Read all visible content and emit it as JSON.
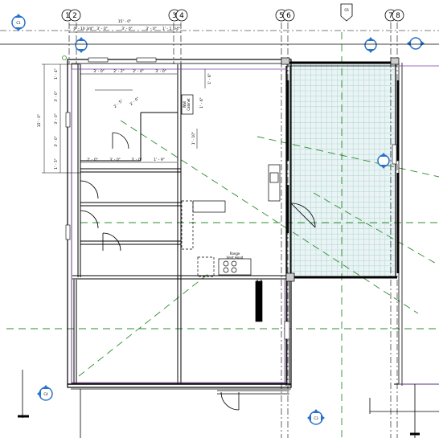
{
  "app": {
    "view_type": "floor-plan",
    "colors": {
      "wall": "#000000",
      "grid_line": "#000000",
      "section_line": "#2e8b2e",
      "tile": "#b7d7d7",
      "tile_bg": "#eaf4f4",
      "room_boundary": "#7a3fa0",
      "marker_blue": "#2a72c9"
    }
  },
  "grid": {
    "top_bubbles": [
      {
        "label": "1"
      },
      {
        "label": "2"
      },
      {
        "label": "3"
      },
      {
        "label": "4"
      },
      {
        "label": "5"
      },
      {
        "label": "6"
      },
      {
        "label": "7"
      },
      {
        "label": "8"
      }
    ]
  },
  "elevation_tag": {
    "label": "C6"
  },
  "dimensions": {
    "overall_width": "15' - 0\"",
    "overall_height": "15' - 0\"",
    "top_segments": [
      "0' - 10 3/4\"",
      "3' - 0\"",
      "3' - 0\"",
      "3' - 0\"",
      "1' - 1 1/4\""
    ],
    "inner_row1": [
      "3' - 0\"",
      "2' - 2\"",
      "2' - 4\"",
      "3' - 0\""
    ],
    "inner_row2": [
      "2' - 0\"",
      "3' - 0\"",
      "3' - 0\"",
      "1' - 9\""
    ],
    "left_segments": [
      "1' - 4\"",
      "3' - 0\"",
      "3' - 0\"",
      "3' - 0\"",
      "1' - 5\""
    ],
    "diagonal_a": "2' - 5\"",
    "diagonal_b": "2' - 0\"",
    "vertical_a": "1' - 6\"",
    "vertical_b": "1' - 6\"",
    "vertical_c": "1' - 10\""
  },
  "labels": {
    "range_vent_hood": [
      "Range",
      "Vent Hood"
    ],
    "wall_cabinet": [
      "Wall",
      "Cabinet"
    ]
  },
  "markers": {
    "bottom_left": "C4",
    "bottom_center": "C3",
    "top_left": "C1"
  }
}
